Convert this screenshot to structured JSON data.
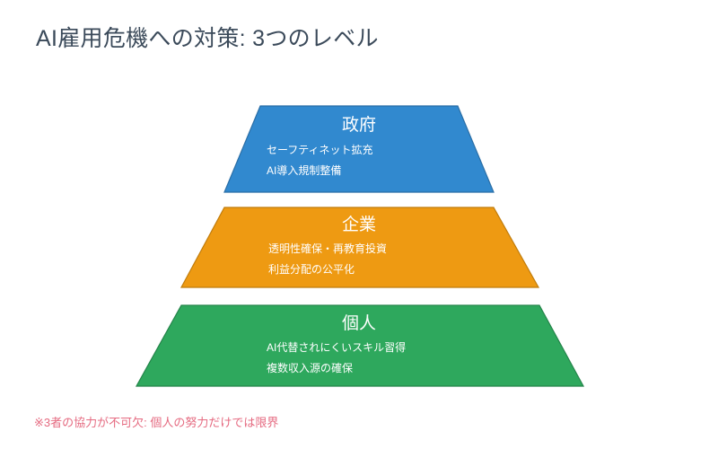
{
  "slide": {
    "title": "AI雇用危機への対策: 3つのレベル",
    "background_color": "#ffffff",
    "title_color": "#3b4a5a",
    "footnote": "※3者の協力が不可欠: 個人の努力だけでは限界",
    "footnote_color": "#e56a80"
  },
  "pyramid": {
    "type": "pyramid-diagram",
    "levels": [
      {
        "id": "government",
        "heading": "政府",
        "lines": [
          "セーフティネット拡充",
          "AI導入規制整備"
        ],
        "fill_color": "#3189cf",
        "stroke_color": "#2a6ea6",
        "text_color": "#ffffff",
        "position": "top"
      },
      {
        "id": "corporate",
        "heading": "企業",
        "lines": [
          "透明性確保・再教育投資",
          "利益分配の公平化"
        ],
        "fill_color": "#ee9a12",
        "stroke_color": "#c07c0c",
        "text_color": "#ffffff",
        "position": "middle"
      },
      {
        "id": "individual",
        "heading": "個人",
        "lines": [
          "AI代替されにくいスキル習得",
          "複数収入源の確保"
        ],
        "fill_color": "#2ea85d",
        "stroke_color": "#24844a",
        "text_color": "#ffffff",
        "position": "bottom"
      }
    ]
  }
}
